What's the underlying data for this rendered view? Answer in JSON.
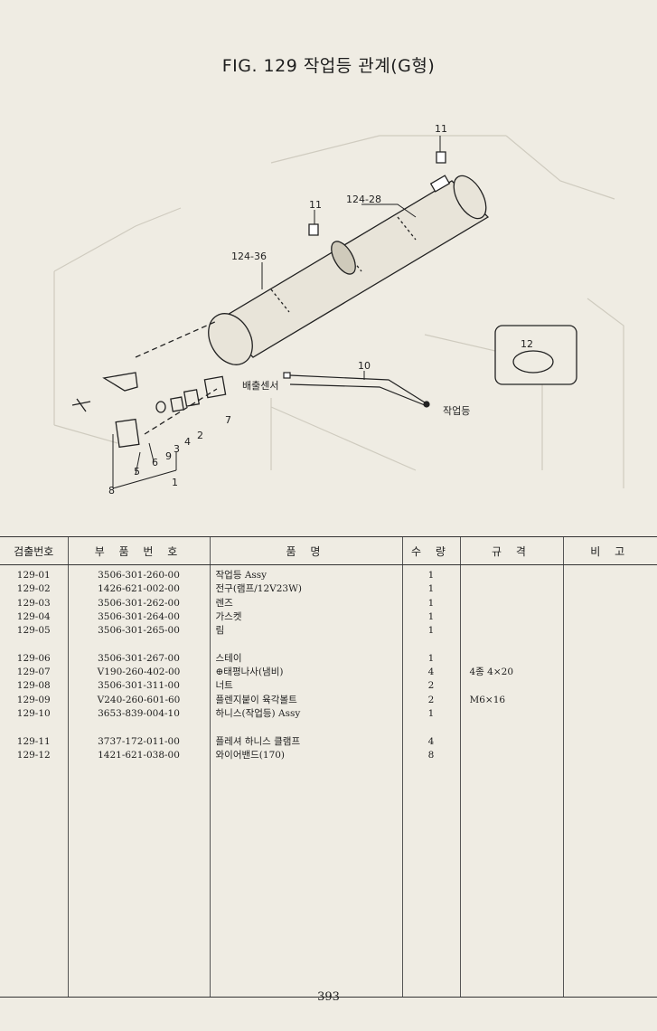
{
  "title": "FIG. 129 작업등 관계(G형)",
  "diagram": {
    "callouts": [
      "11",
      "11",
      "124-28",
      "124-36",
      "10",
      "12",
      "7",
      "4",
      "2",
      "3",
      "9",
      "6",
      "5",
      "1",
      "8"
    ],
    "labels": {
      "sensor": "배출센서",
      "worklight": "작업등"
    }
  },
  "table": {
    "headers": [
      "검출번호",
      "부 품 번 호",
      "품 명",
      "수 량",
      "규 격",
      "비 고"
    ],
    "rows": [
      {
        "no": "129-01",
        "part": "3506-301-260-00",
        "name": "작업등 Assy",
        "qty": "1",
        "spec": "",
        "note": ""
      },
      {
        "no": "129-02",
        "part": "1426-621-002-00",
        "name": "전구(램프/12V23W)",
        "qty": "1",
        "spec": "",
        "note": ""
      },
      {
        "no": "129-03",
        "part": "3506-301-262-00",
        "name": "렌즈",
        "qty": "1",
        "spec": "",
        "note": ""
      },
      {
        "no": "129-04",
        "part": "3506-301-264-00",
        "name": "가스켓",
        "qty": "1",
        "spec": "",
        "note": ""
      },
      {
        "no": "129-05",
        "part": "3506-301-265-00",
        "name": "림",
        "qty": "1",
        "spec": "",
        "note": ""
      },
      {
        "no": "",
        "part": "",
        "name": "",
        "qty": "",
        "spec": "",
        "note": ""
      },
      {
        "no": "129-06",
        "part": "3506-301-267-00",
        "name": "스테이",
        "qty": "1",
        "spec": "",
        "note": ""
      },
      {
        "no": "129-07",
        "part": "V190-260-402-00",
        "name": "⊕태평나사(냄비)",
        "qty": "4",
        "spec": "4종 4×20",
        "note": ""
      },
      {
        "no": "129-08",
        "part": "3506-301-311-00",
        "name": "너트",
        "qty": "2",
        "spec": "",
        "note": ""
      },
      {
        "no": "129-09",
        "part": "V240-260-601-60",
        "name": "플렌지붙이 육각볼트",
        "qty": "2",
        "spec": "M6×16",
        "note": ""
      },
      {
        "no": "129-10",
        "part": "3653-839-004-10",
        "name": "하니스(작업등) Assy",
        "qty": "1",
        "spec": "",
        "note": ""
      },
      {
        "no": "",
        "part": "",
        "name": "",
        "qty": "",
        "spec": "",
        "note": ""
      },
      {
        "no": "129-11",
        "part": "3737-172-011-00",
        "name": "플레셔 하니스 클램프",
        "qty": "4",
        "spec": "",
        "note": ""
      },
      {
        "no": "129-12",
        "part": "1421-621-038-00",
        "name": "와이어밴드(170)",
        "qty": "8",
        "spec": "",
        "note": ""
      }
    ]
  },
  "page_number": "393"
}
